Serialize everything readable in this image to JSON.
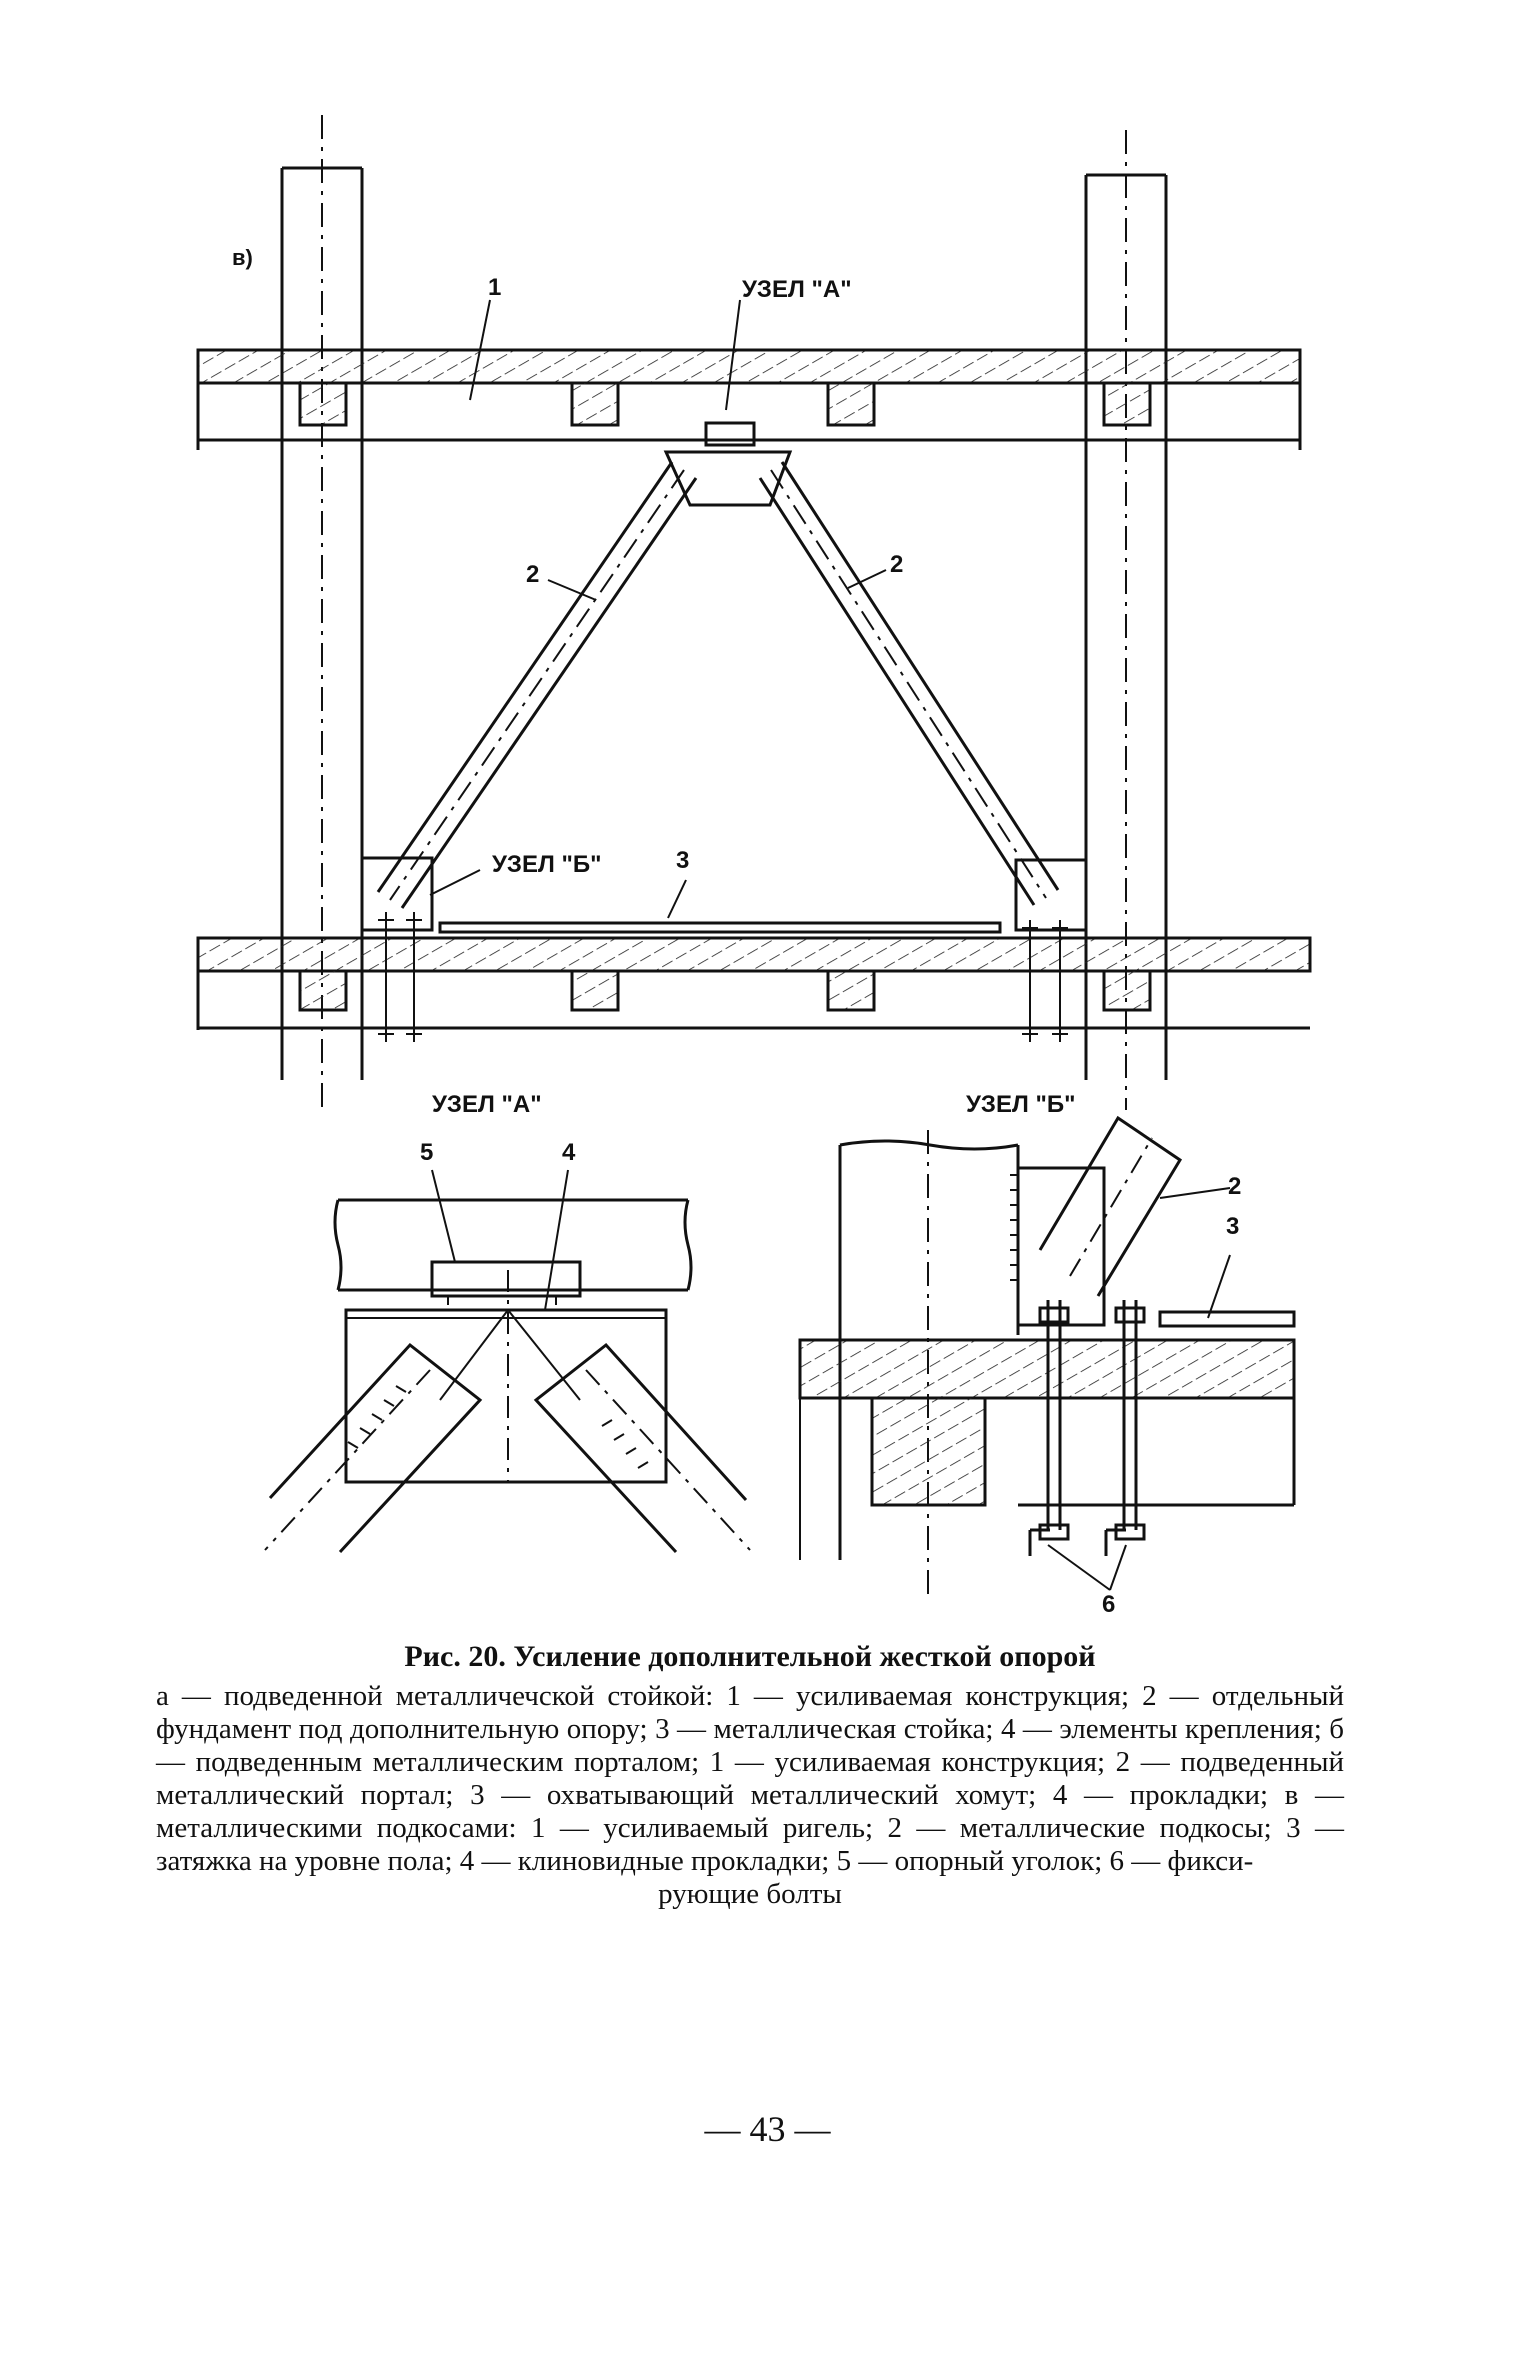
{
  "figure": {
    "variant_label": "в)",
    "main_view": {
      "label_1": "1",
      "label_node_a": "УЗЕЛ \"А\"",
      "label_2_left": "2",
      "label_2_right": "2",
      "label_node_b": "УЗЕЛ \"Б\"",
      "label_3": "3"
    },
    "detail_a": {
      "title": "УЗЕЛ \"А\"",
      "label_5": "5",
      "label_4": "4"
    },
    "detail_b": {
      "title": "УЗЕЛ \"Б\"",
      "label_2": "2",
      "label_3": "3",
      "label_6": "6"
    }
  },
  "caption": {
    "title": "Рис. 20. Усиление дополнительной жесткой опорой",
    "body": "а — подведенной металличечской стойкой: 1 — усиливаемая конструкция; 2 — отдельный фундамент под дополнительную опору; 3 — металлическая стойка; 4 — элементы крепления; б — подведенным металлическим порталом; 1 — усиливаемая конструкция; 2 — подведенный металлический портал; 3 — охватывающий металлический хомут; 4 — прокладки; в — металлическими подкосами: 1 — усиливаемый ригель; 2 — металлические подкосы; 3 — затяжка на уровне пола; 4 — клиновидные прокладки; 5 — опорный уголок; 6 — фикси-",
    "last_line": "рующие болты"
  },
  "page_number": "— 43 —"
}
